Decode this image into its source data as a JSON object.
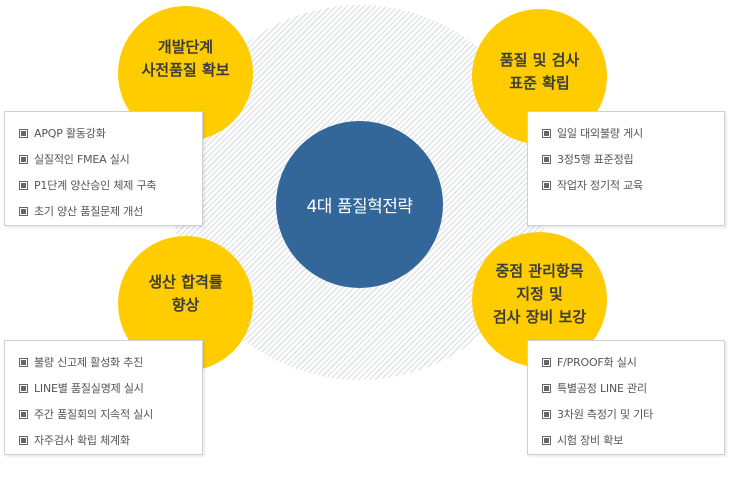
{
  "center": {
    "label": "4대 품질혁전략"
  },
  "strategies": [
    {
      "title_lines": [
        "개발단계",
        "사전품질 확보"
      ],
      "items": [
        "APQP 활동강화",
        "실질적인 FMEA 실시",
        "P1단계 양산승인 체제 구축",
        "초기 양산 품질문제 개선"
      ]
    },
    {
      "title_lines": [
        "품질 및 검사",
        "표준 확립"
      ],
      "items": [
        "일일 대외불량 게시",
        "3정5행 표준정립",
        "작업자 정기적 교육"
      ]
    },
    {
      "title_lines": [
        "생산 합격률",
        "향상"
      ],
      "items": [
        "불량 신고제 활성화 추진",
        "LINE별 품질실명제 실시",
        "주간 품질회의 지속적 실시",
        "자주검사 확립 체계화"
      ]
    },
    {
      "title_lines": [
        "중점 관리항목",
        "지정 및",
        "검사 장비 보강"
      ],
      "items": [
        "F/PROOF화 실시",
        "특별공정 LINE 관리",
        "3차원 측정기 및 기타",
        "시험 장비 확보"
      ]
    }
  ],
  "colors": {
    "accent": "#ffcc00",
    "center": "#336699",
    "hatch": "#e2e5e8"
  },
  "icons": {
    "bullet": "square-bullet-icon"
  }
}
